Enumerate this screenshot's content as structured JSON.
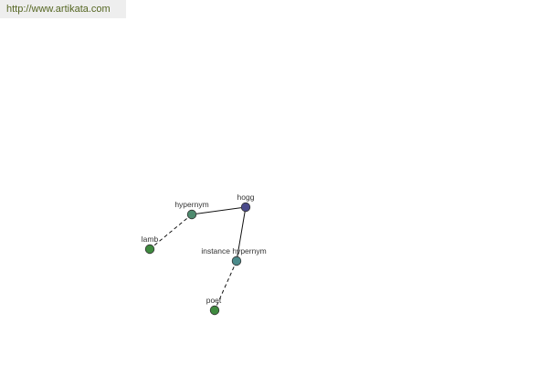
{
  "header": {
    "url_text": "http://www.artikata.com"
  },
  "colors": {
    "url_text": "#556622",
    "url_bar_bg": "#eeeeee",
    "node_root": "#4a4a8a",
    "node_relation": "#4e8a6e",
    "node_relation_instance": "#4a8a8a",
    "node_leaf": "#3f8a3f",
    "edge": "#111111"
  },
  "graph": {
    "nodes": [
      {
        "id": "hogg",
        "label": "hogg",
        "kind": "root"
      },
      {
        "id": "hypernym",
        "label": "hypernym",
        "kind": "relation"
      },
      {
        "id": "instance-hypernym",
        "label": "instance hypernym",
        "kind": "relation_instance"
      },
      {
        "id": "lamb",
        "label": "lamb",
        "kind": "leaf"
      },
      {
        "id": "poet",
        "label": "poet",
        "kind": "leaf"
      }
    ],
    "edges": [
      {
        "from": "hogg",
        "to": "hypernym",
        "style": "solid"
      },
      {
        "from": "hogg",
        "to": "instance-hypernym",
        "style": "solid"
      },
      {
        "from": "hypernym",
        "to": "lamb",
        "style": "dashed"
      },
      {
        "from": "instance-hypernym",
        "to": "poet",
        "style": "dashed"
      }
    ]
  }
}
